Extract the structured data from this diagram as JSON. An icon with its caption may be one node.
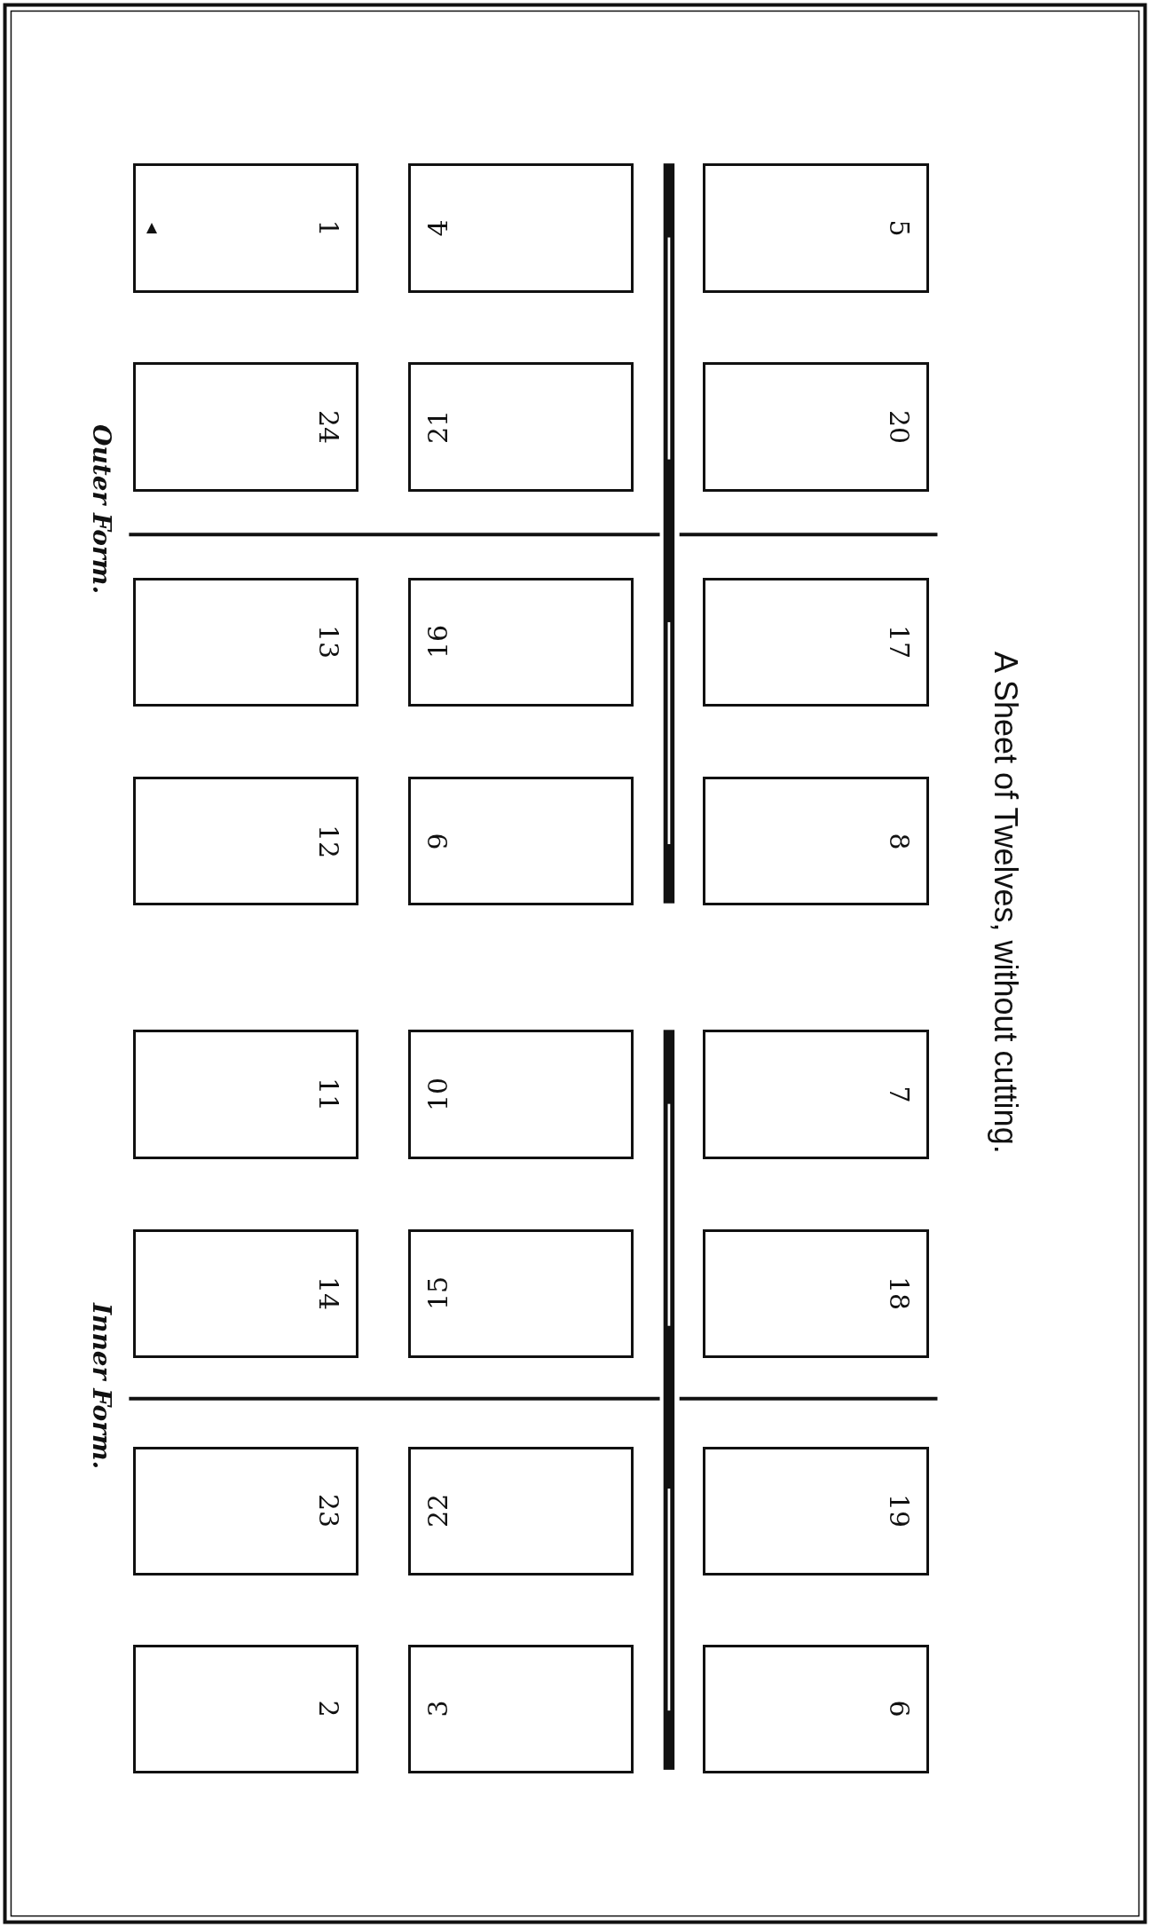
{
  "diagram": {
    "title": "A Sheet of Twelves, without cutting.",
    "nodes": [
      {
        "text": [
          "1"
        ]
      },
      {
        "text": [
          "4"
        ]
      },
      {
        "text": [
          "5"
        ]
      },
      {
        "text": [
          "24"
        ]
      },
      {
        "text": [
          "21"
        ]
      },
      {
        "text": [
          "20"
        ]
      },
      {
        "text": [
          "13"
        ]
      },
      {
        "text": [
          "16"
        ]
      },
      {
        "text": [
          "17"
        ]
      },
      {
        "text": [
          "12"
        ]
      },
      {
        "text": [
          "9"
        ]
      },
      {
        "text": [
          "8"
        ]
      },
      {
        "text": [
          "11"
        ]
      },
      {
        "text": [
          "10"
        ]
      },
      {
        "text": [
          "7"
        ]
      },
      {
        "text": [
          "14"
        ]
      },
      {
        "text": [
          "15"
        ]
      },
      {
        "text": [
          "18"
        ]
      },
      {
        "text": [
          "23"
        ]
      },
      {
        "text": [
          "22"
        ]
      },
      {
        "text": [
          "19"
        ]
      },
      {
        "text": [
          "2"
        ]
      },
      {
        "text": [
          "3"
        ]
      },
      {
        "text": [
          "6"
        ]
      }
    ],
    "labels": [
      "Outer Form.",
      "Inner Form."
    ]
  }
}
